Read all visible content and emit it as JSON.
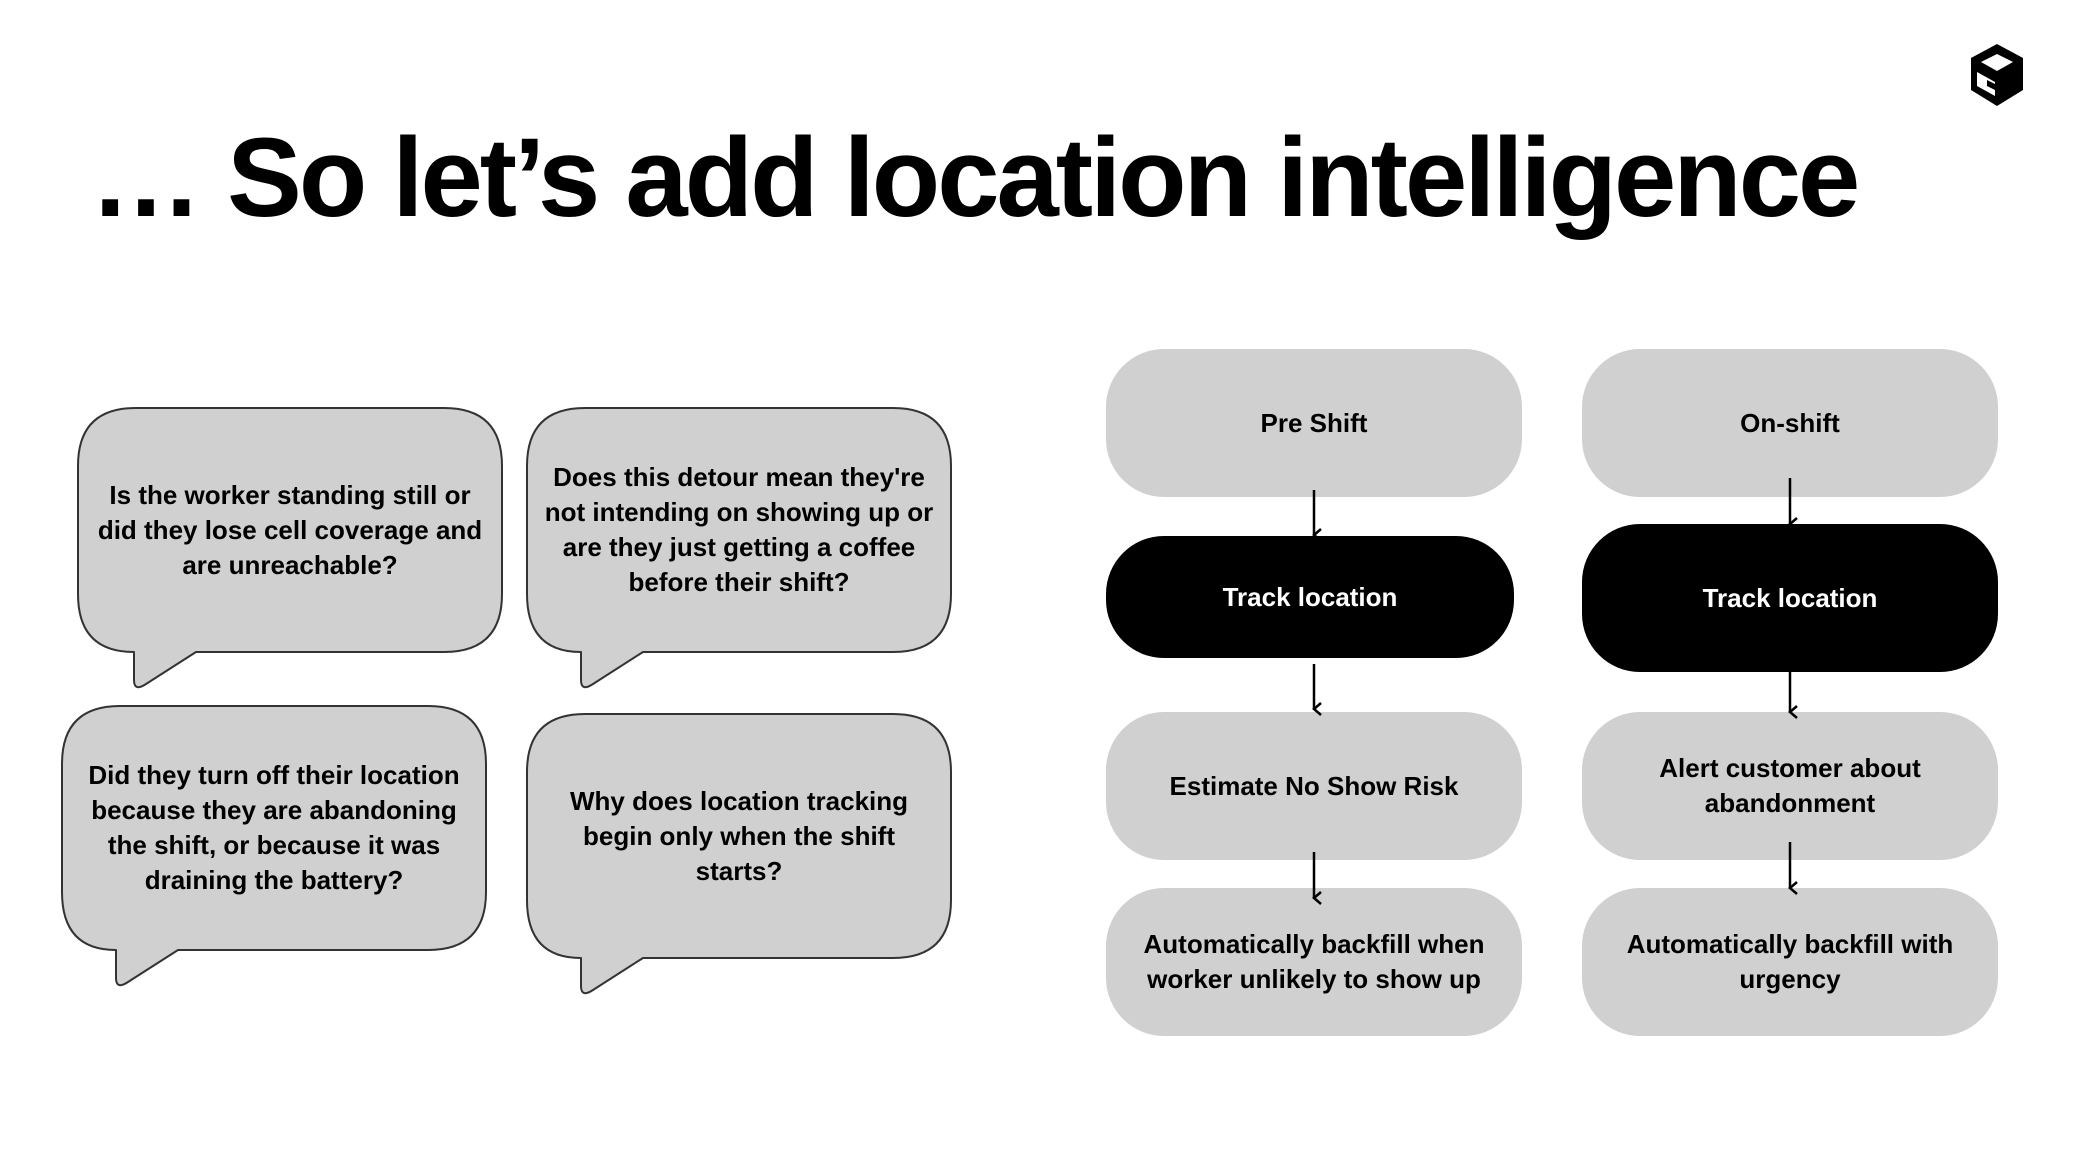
{
  "title": "… So let’s add location intelligence",
  "logo": {
    "icon": "cube-logo-icon"
  },
  "colors": {
    "node_light": "#d0d0d0",
    "node_dark": "#000000",
    "bubble_fill": "#d0d0d0",
    "bubble_stroke": "#333333"
  },
  "bubbles": [
    {
      "text": "Is the worker standing still or did they lose cell coverage and are unreachable?"
    },
    {
      "text": "Does this detour mean they're not intending on showing up or are they just getting a coffee before their shift?"
    },
    {
      "text": "Did they turn off their location because they are abandoning the shift, or because it was draining the battery?"
    },
    {
      "text": "Why does location tracking begin only when the shift starts?"
    }
  ],
  "flows": [
    {
      "steps": [
        "Pre Shift",
        "Track location",
        "Estimate No Show Risk",
        "Automatically backfill when worker unlikely to show up"
      ]
    },
    {
      "steps": [
        "On-shift",
        "Track location",
        "Alert customer about abandonment",
        "Automatically backfill with urgency"
      ]
    }
  ]
}
